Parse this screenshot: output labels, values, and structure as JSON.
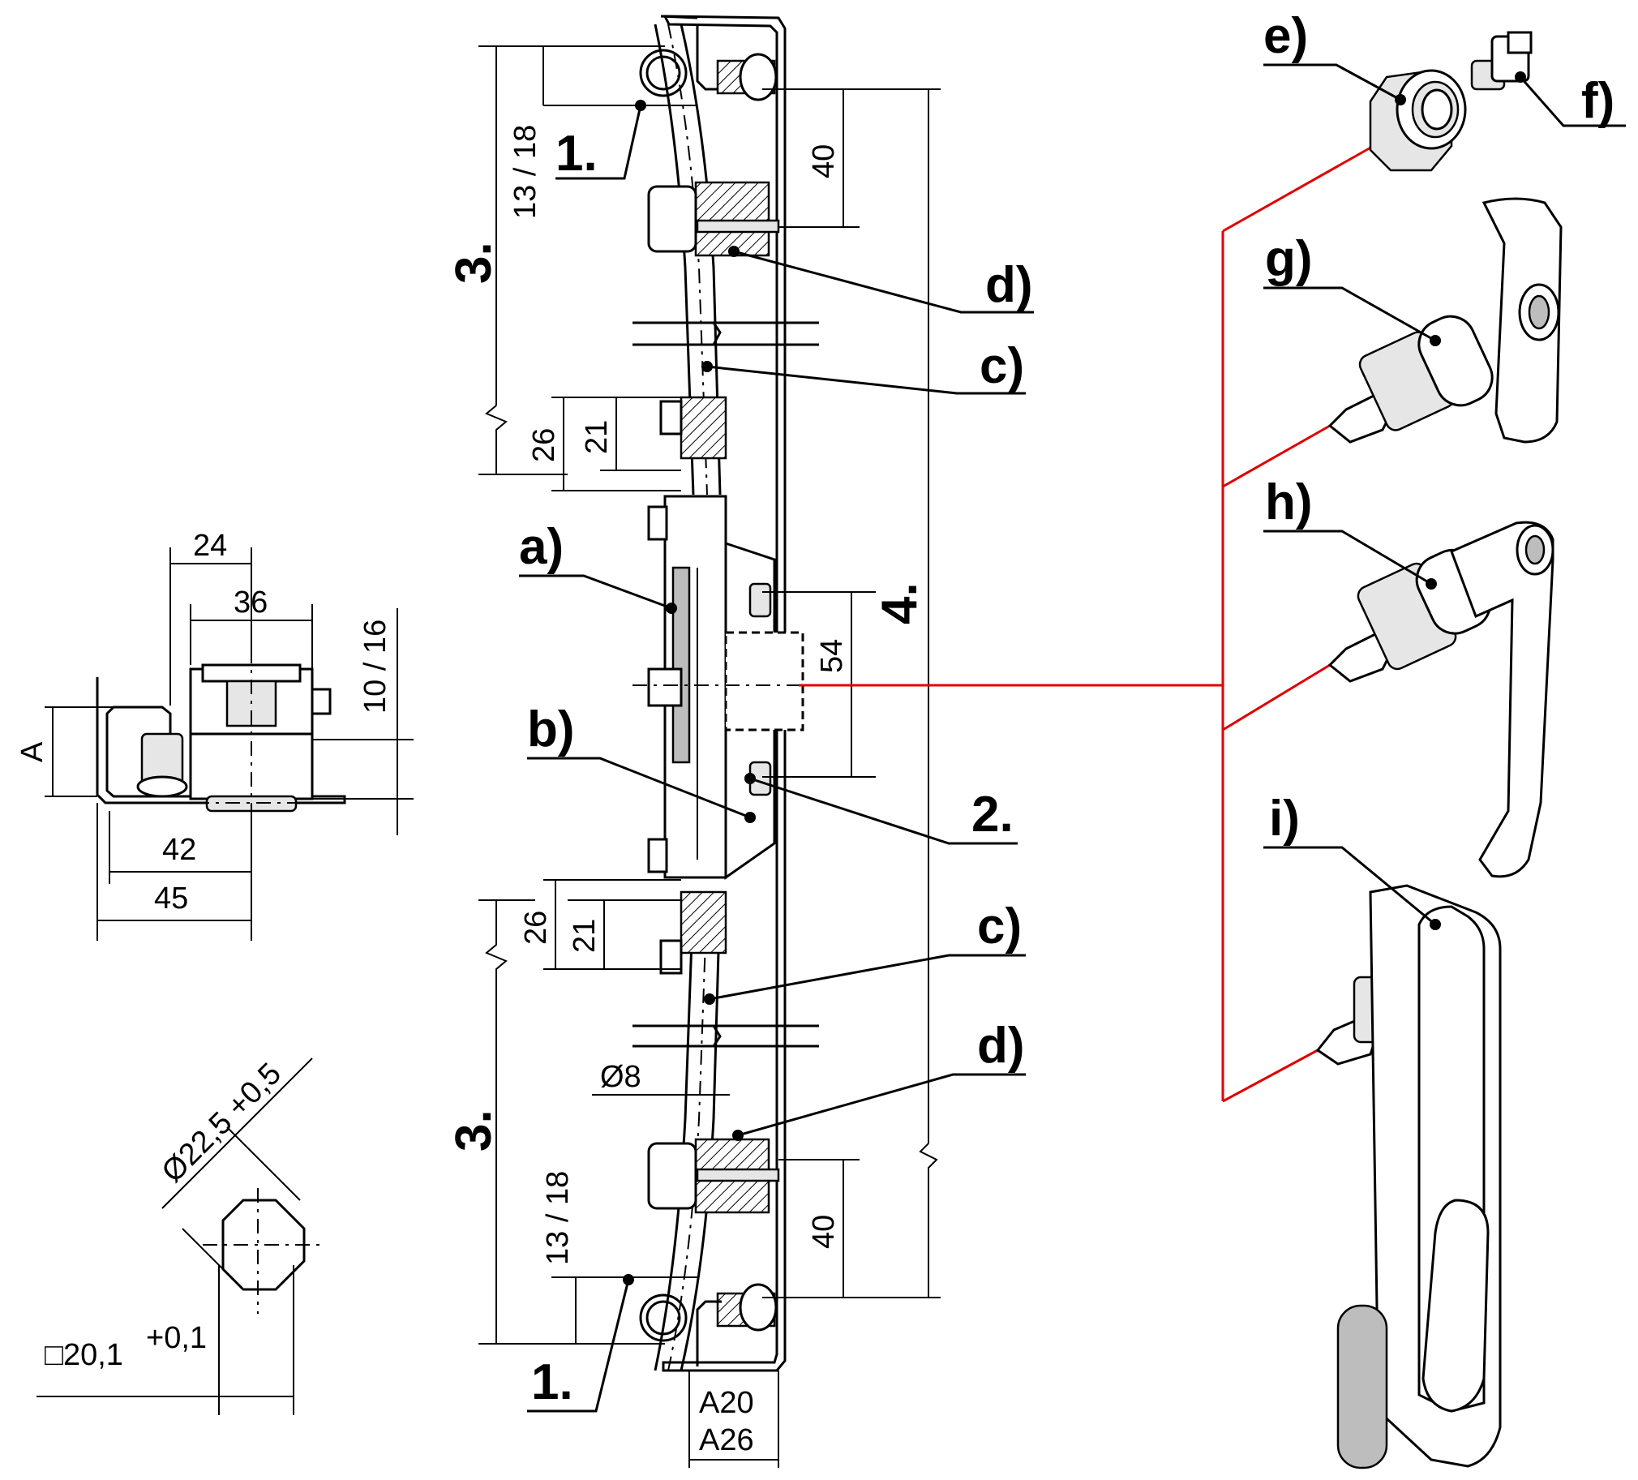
{
  "labels": {
    "a": "a)",
    "b": "b)",
    "c_top": "c)",
    "c_bottom": "c)",
    "d_top": "d)",
    "d_bottom": "d)",
    "e": "e)",
    "f": "f)",
    "g": "g)",
    "h": "h)",
    "i": "i)",
    "n1_top": "1.",
    "n1_bottom": "1.",
    "n2": "2.",
    "n3_top": "3.",
    "n3_bottom": "3.",
    "n4": "4."
  },
  "dimensions": {
    "d24": "24",
    "d36": "36",
    "d10_16": "10 / 16",
    "dA": "A",
    "d42": "42",
    "d45": "45",
    "d13_18_top": "13 / 18",
    "d40_top": "40",
    "d26_top": "26",
    "d21_top": "21",
    "d54": "54",
    "d26_bottom": "26",
    "d21_bottom": "21",
    "d8": "Ø8",
    "d13_18_bottom": "13 / 18",
    "d40_bottom": "40",
    "dA20": "A20",
    "dA26": "A26",
    "diam": "Ø22,5 +0,5",
    "sq": "□20,1",
    "sq_tol": "+0,1"
  },
  "colors": {
    "line": "#000000",
    "leader_red": "#e00000",
    "shade": "#e6e6e6"
  }
}
